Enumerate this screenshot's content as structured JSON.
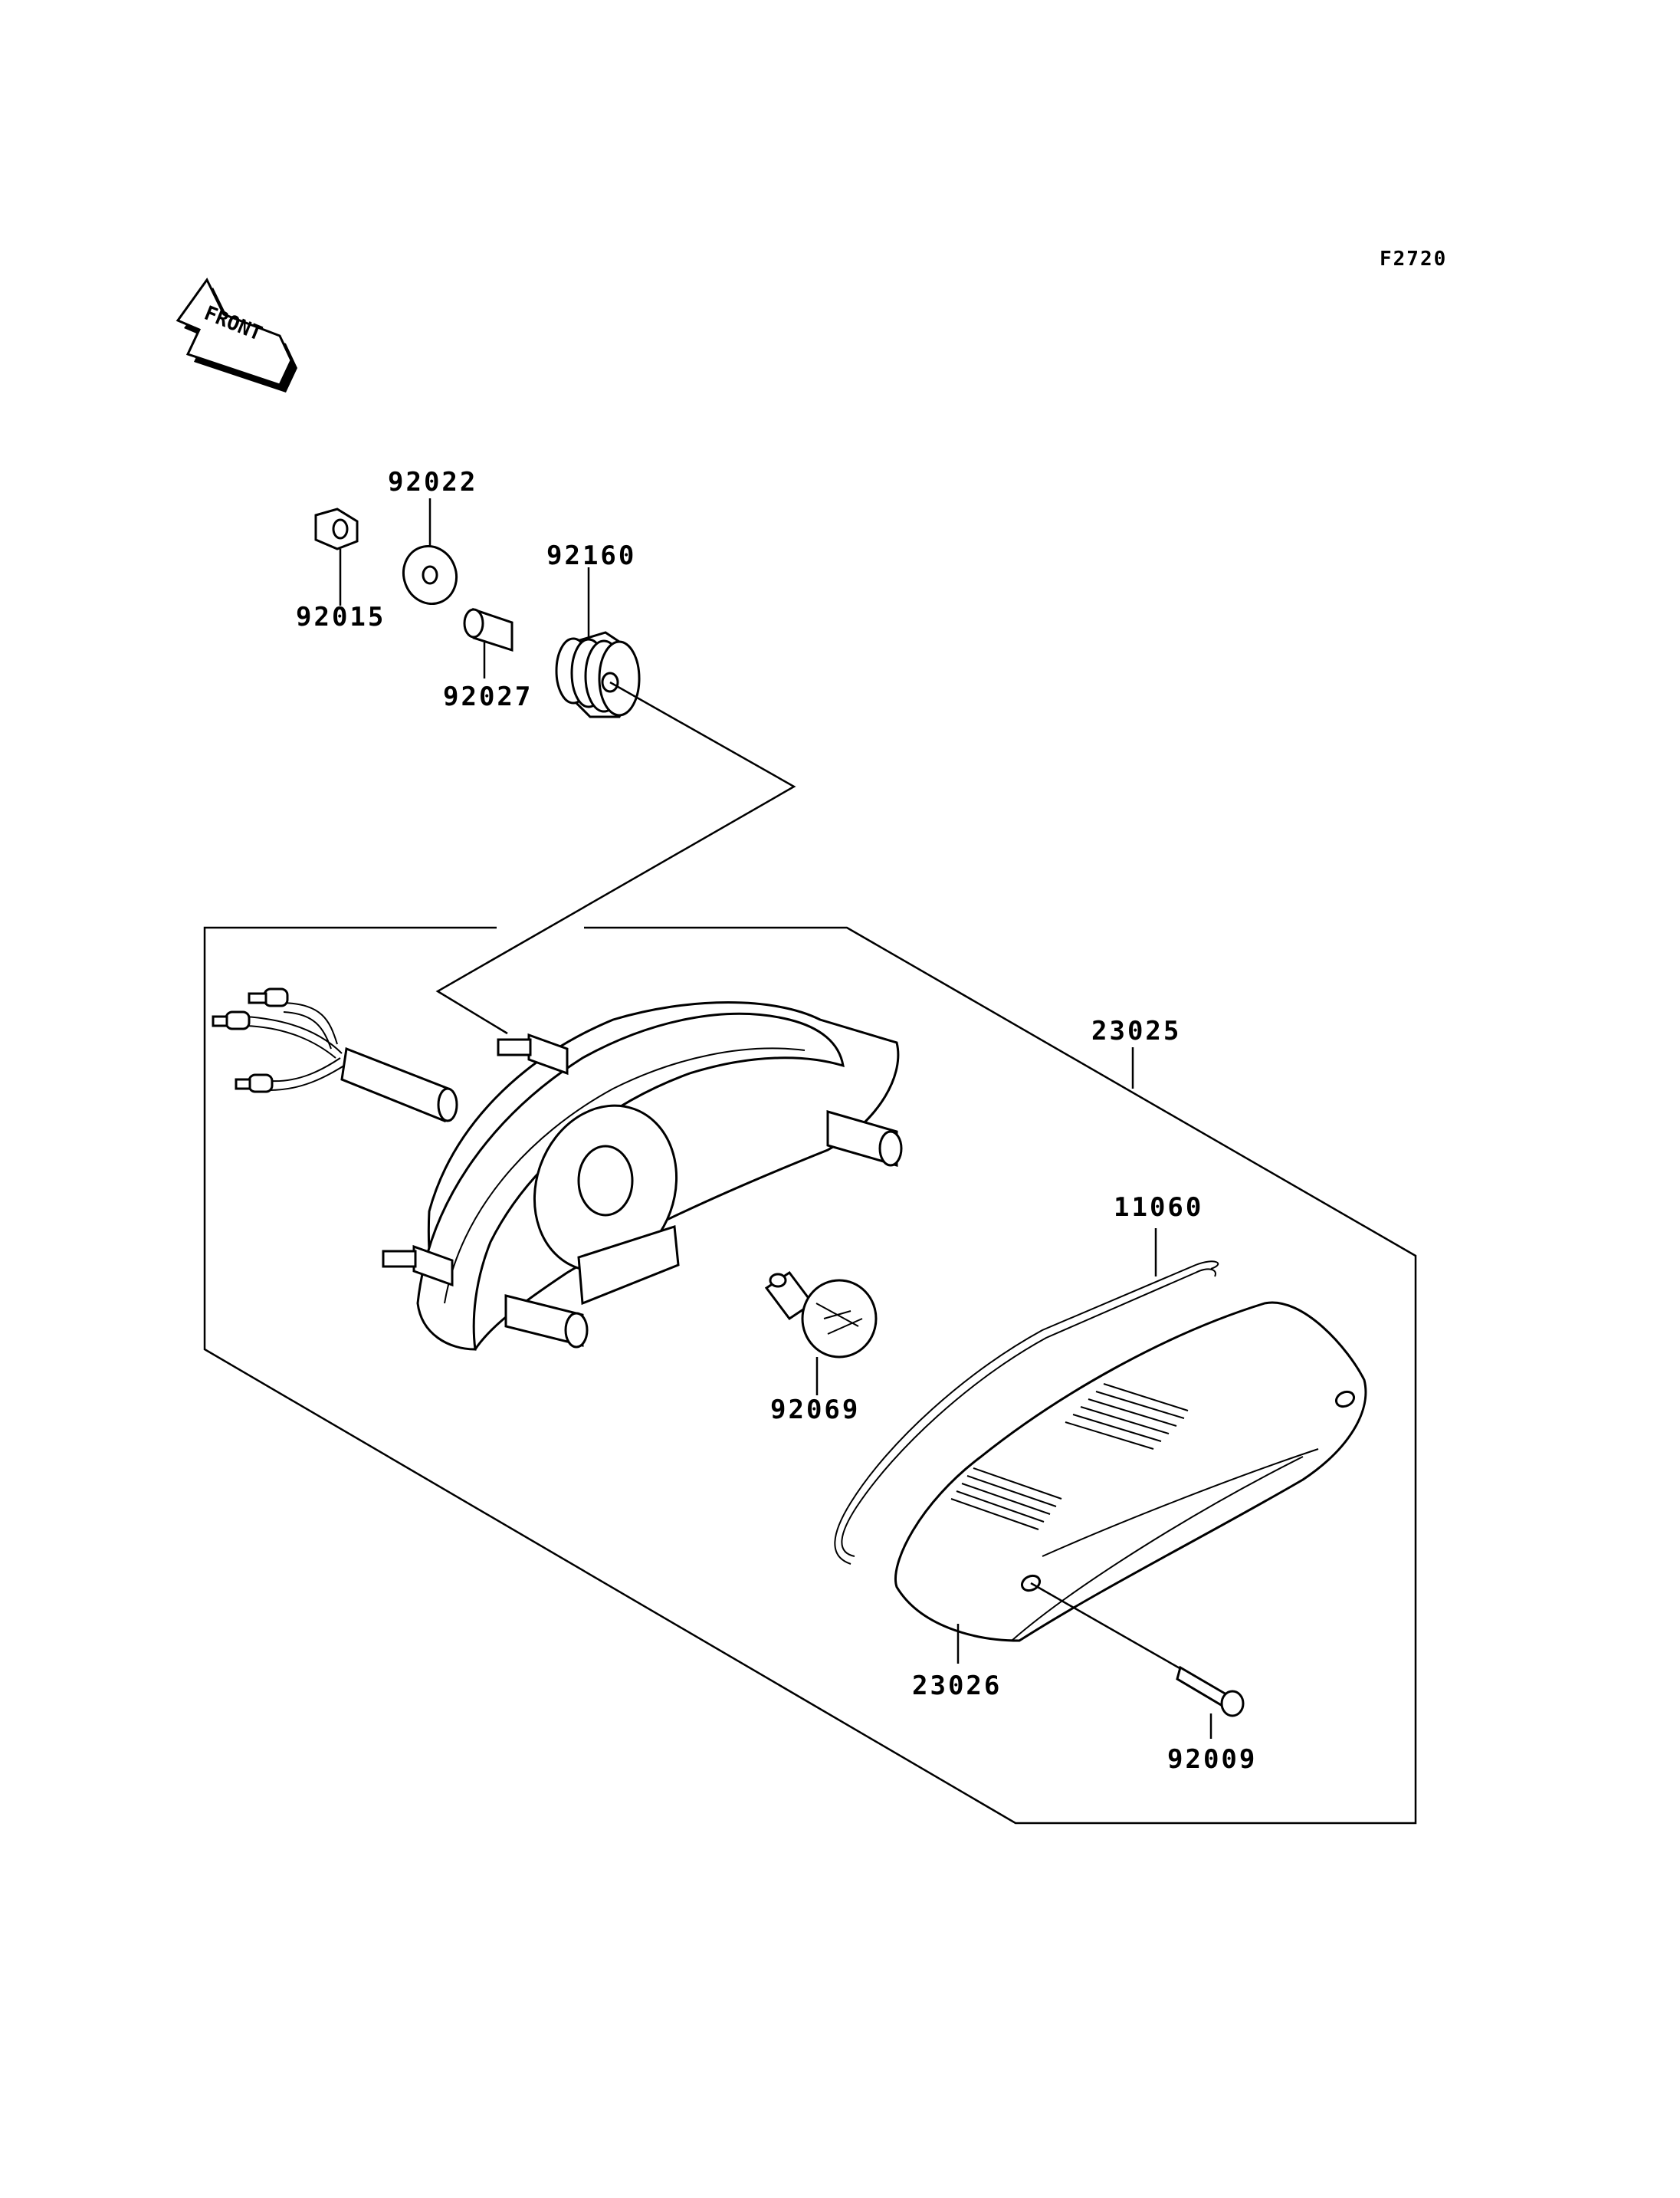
{
  "figure_code": "F2720",
  "front_label": "FRONT",
  "parts": [
    {
      "id": "92022",
      "name": "washer"
    },
    {
      "id": "92015",
      "name": "nut"
    },
    {
      "id": "92160",
      "name": "grommet"
    },
    {
      "id": "92027",
      "name": "collar"
    },
    {
      "id": "23025",
      "name": "tail-lamp-assembly"
    },
    {
      "id": "11060",
      "name": "gasket"
    },
    {
      "id": "92069",
      "name": "bulb"
    },
    {
      "id": "23026",
      "name": "lens"
    },
    {
      "id": "92009",
      "name": "screw"
    }
  ]
}
